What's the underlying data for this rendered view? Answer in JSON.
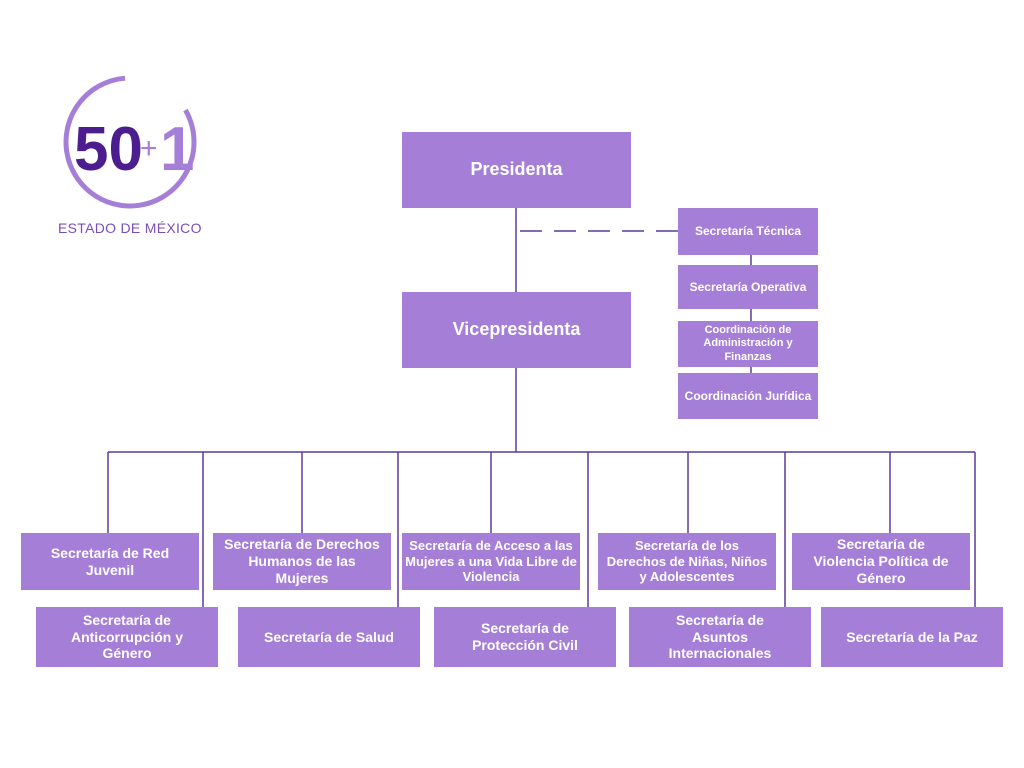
{
  "logo": {
    "main_text": "50",
    "plus": "+",
    "one": "1",
    "caption": "ESTADO DE MÉXICO"
  },
  "colors": {
    "box": "#a57ed8",
    "line": "#5b3a9e",
    "logo_dark": "#4b1d8f",
    "logo_light": "#a57ed8"
  },
  "nodes": {
    "presidenta": "Presidenta",
    "vicepresidenta": "Vicepresidenta",
    "tecnica": "Secretaría Técnica",
    "operativa": "Secretaría Operativa",
    "administracion": "Coordinación de Administración y Finanzas",
    "juridica": "Coordinación Jurídica",
    "red_juvenil": "Secretaría de Red Juvenil",
    "derechos_humanos": "Secretaría de Derechos Humanos de las Mujeres",
    "acceso_vida_libre": "Secretaría de Acceso a las Mujeres a una Vida Libre de Violencia",
    "ninas_ninos": "Secretaría de los Derechos de Niñas, Niños y Adolescentes",
    "violencia_politica": "Secretaría de Violencia Política de Género",
    "anticorrupcion": "Secretaría de Anticorrupción y Género",
    "salud": "Secretaría de Salud",
    "proteccion_civil": "Secretaría de Protección Civil",
    "asuntos_internacionales": "Secretaría de Asuntos Internacionales",
    "paz": "Secretaría de la Paz"
  }
}
